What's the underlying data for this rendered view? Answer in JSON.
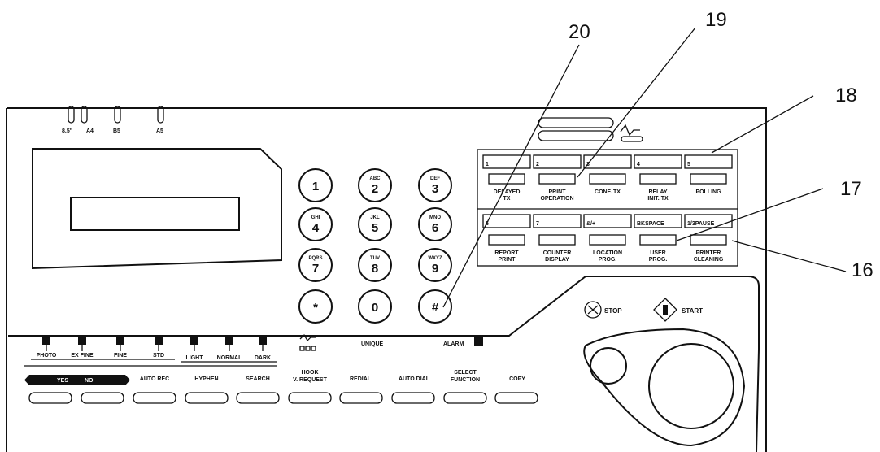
{
  "callouts": [
    "20",
    "19",
    "18",
    "17",
    "16"
  ],
  "paper_sizes": [
    "8.5\"",
    "A4",
    "B5",
    "A5"
  ],
  "keypad": [
    {
      "digit": "1",
      "letters": ""
    },
    {
      "digit": "2",
      "letters": "ABC"
    },
    {
      "digit": "3",
      "letters": "DEF"
    },
    {
      "digit": "4",
      "letters": "GHI"
    },
    {
      "digit": "5",
      "letters": "JKL"
    },
    {
      "digit": "6",
      "letters": "MNO"
    },
    {
      "digit": "7",
      "letters": "PQRS"
    },
    {
      "digit": "8",
      "letters": "TUV"
    },
    {
      "digit": "9",
      "letters": "WXYZ"
    },
    {
      "digit": "*",
      "letters": ""
    },
    {
      "digit": "0",
      "letters": ""
    },
    {
      "digit": "#",
      "letters": ""
    }
  ],
  "onetouch_top": [
    "1",
    "2",
    "3",
    "4",
    "5"
  ],
  "function_top": [
    "DELAYED TX",
    "PRINT OPERATION",
    "CONF. TX",
    "RELAY INIT. TX",
    "POLLING"
  ],
  "onetouch_bottom": [
    "6",
    "7",
    "&/+",
    "BKSPACE",
    "1/3PAUSE"
  ],
  "function_bottom": [
    "REPORT PRINT",
    "COUNTER DISPLAY",
    "LOCATION PROG.",
    "USER PROG.",
    "PRINTER CLEANING"
  ],
  "stop_label": "STOP",
  "start_label": "START",
  "resolution": [
    "PHOTO",
    "EX FINE",
    "FINE",
    "STD"
  ],
  "contrast": [
    "LIGHT",
    "NORMAL",
    "DARK"
  ],
  "unique_label": "UNIQUE",
  "alarm_label": "ALARM",
  "yes_label": "YES",
  "no_label": "NO",
  "bottom_keys": [
    "AUTO REC",
    "HYPHEN",
    "SEARCH",
    "HOOK V. REQUEST",
    "REDIAL",
    "AUTO DIAL",
    "SELECT FUNCTION",
    "COPY"
  ]
}
